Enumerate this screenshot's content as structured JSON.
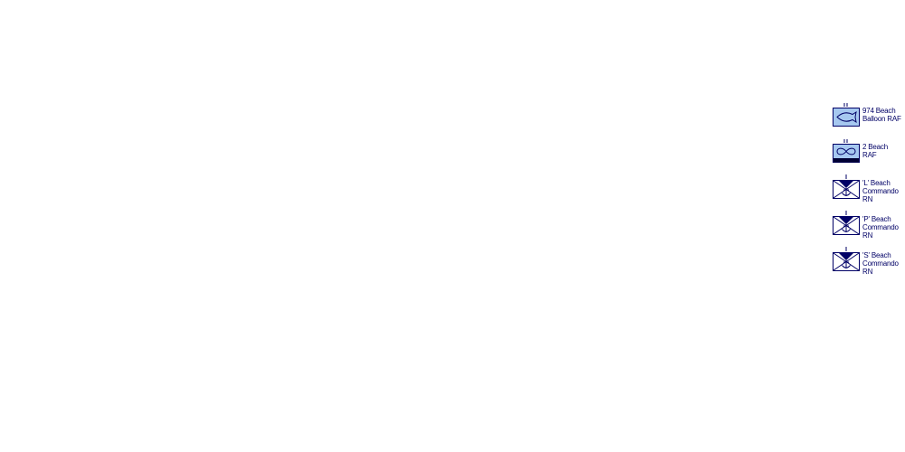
{
  "colors": {
    "air_fill": "#a6c8f0",
    "naval_fill": "#ffffff",
    "frame": "#000066",
    "label": "#000066"
  },
  "units": [
    {
      "id": "974-beach-balloon-raf",
      "label": "974 Beach\nBalloon RAF",
      "size_indicator": "II",
      "symbol": "balloon-icon",
      "service": "air"
    },
    {
      "id": "2-beach-raf",
      "label": "2 Beach\nRAF",
      "size_indicator": "II",
      "symbol": "infinity-icon",
      "service": "air"
    },
    {
      "id": "l-beach-commando-rn",
      "label": "'L' Beach\nCommando\nRN",
      "size_indicator": "I",
      "symbol": "beach-commando-anchor-icon",
      "service": "naval"
    },
    {
      "id": "p-beach-commando-rn",
      "label": "'P' Beach\nCommando\nRN",
      "size_indicator": "I",
      "symbol": "beach-commando-anchor-icon",
      "service": "naval"
    },
    {
      "id": "s-beach-commando-rn",
      "label": "'S' Beach\nCommando\nRN",
      "size_indicator": "I",
      "symbol": "beach-commando-anchor-icon",
      "service": "naval"
    }
  ]
}
